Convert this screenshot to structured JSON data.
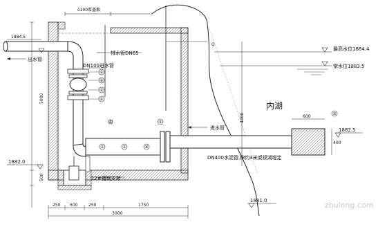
{
  "labels": {
    "top_dim": "δ100厚盖板",
    "elev_outlet": "1884.5",
    "outlet_pipe": "出水管",
    "drain_pipe": "排水管DN65",
    "inlet_pipe_dn100": "DN100进水管",
    "wl_max": "最高水位1884.4",
    "wl_normal": "常水位1883.5",
    "lake": "内湖",
    "inlet_pipe": "进水管",
    "elev_intake": "1882.5",
    "dn400_note": "DN400水泥管,伸约3米或视湖堤定",
    "support": "12#槽钢支架",
    "elev_floor": "1882.0",
    "elev_bottom": "1881.0",
    "dim_left_1": "5000",
    "dim_left_2": "500",
    "dim_right_depth": "4000",
    "dim_b1": "250",
    "dim_b2": "500",
    "dim_b3": "250",
    "dim_b4": "1750",
    "dim_total": "3000",
    "dim_screen_w": "600",
    "dim_screen_h": "400",
    "mark_q": "Q",
    "markers": [
      "①",
      "②",
      "③",
      "④",
      "⑤",
      "⑥"
    ],
    "watermark": "zhulong.com"
  }
}
